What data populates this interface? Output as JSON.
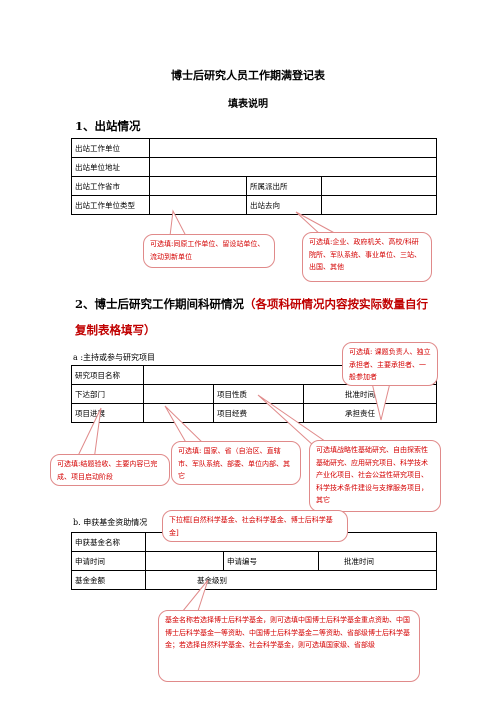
{
  "doc": {
    "title": "博士后研究人员工作期满登记表",
    "subtitle": "填表说明"
  },
  "section1": {
    "heading": "1、出站情况",
    "rows": {
      "unit": "出站工作单位",
      "address": "出站单位地址",
      "city": "出站工作省市",
      "station": "所属派出所",
      "unit_type": "出站工作单位类型",
      "destination": "出站去向"
    },
    "callouts": {
      "unit_type": "可选填:同原工作单位、留设站单位、流动到新单位",
      "destination": "可选填:企业、政府机关、高校/科研院所、军队系统、事业单位、三站、出国、其他"
    }
  },
  "section2": {
    "heading": "2、博士后研究工作期间科研情况",
    "heading_red": "（各项科研情况内容按实际数量自行复制表格填写）",
    "tail": "）",
    "part_a": {
      "label": "a :主持或参与研究项目",
      "rows": {
        "project_name": "研究项目名称",
        "dept": "下达部门",
        "nature": "项目性质",
        "approval_time": "批准时间",
        "progress": "项目进展",
        "funding": "项目经费",
        "responsibility": "承担责任"
      }
    },
    "part_b": {
      "label": "b. 申获基金资助情况",
      "rows": {
        "fund_name": "申获基金名称",
        "apply_time": "申请时间",
        "apply_no": "申请编号",
        "approval_time": "批准时间",
        "amount": "基金金额",
        "level": "基金级别"
      }
    },
    "callouts": {
      "responsibility": "可选填: 课题负责人、独立承担者、主要承担者、一般参加者",
      "progress": "可选填:结题验收、主要内容已完成、项目启动阶段",
      "dept": "可选填: 国家、省（自治区、直辖市、军队系统、部委、单位内部、其它",
      "nature": "可选填战略性基础研究、自由探索性基础研究、应用研究项目、科学技术产业化项目、社会公益性研究项目、科学技术条件建设与支撑服务项目，其它",
      "fund_dropdown": "下拉框[自然科学基金、社会科学基金、博士后科学基金]",
      "fund_level": "基金名称若选择博士后科学基金，则可选填中国博士后科学基金重点资助、中国博士后科学基金一等资助、中国博士后科学基金二等资助、省部级博士后科学基金；若选择自然科学基金、社会科学基金，则可选填国家级、省部级"
    }
  },
  "colors": {
    "callout_text": "#d40000",
    "callout_border": "#e08a8a",
    "heading_red": "#c00000"
  }
}
